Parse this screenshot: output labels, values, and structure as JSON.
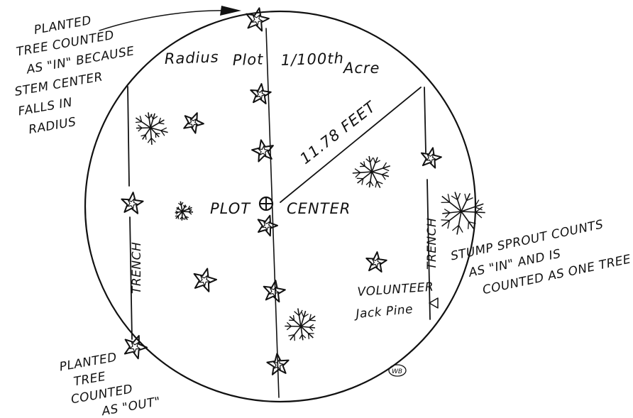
{
  "diagram": {
    "title_parts": [
      "Radius",
      "Plot",
      "1/100th",
      "Acre"
    ],
    "radius_label": "11.78 FEET",
    "center_left": "PLOT",
    "center_right": "CENTER",
    "trench_label": "TRENCH",
    "callout_planted_in": [
      "PLANTED",
      "TREE COUNTED",
      "AS \"IN\" BECAUSE",
      "STEM CENTER",
      "FALLS IN",
      "RADIUS"
    ],
    "callout_planted_out": [
      "PLANTED",
      "TREE",
      "COUNTED",
      "AS \"OUT\""
    ],
    "callout_stump": [
      "STUMP SPROUT COUNTS",
      "AS \"IN\" AND IS",
      "COUNTED AS ONE TREE"
    ],
    "volunteer": [
      "VOLUNTEER",
      "Jack Pine"
    ],
    "signature": "WB"
  }
}
